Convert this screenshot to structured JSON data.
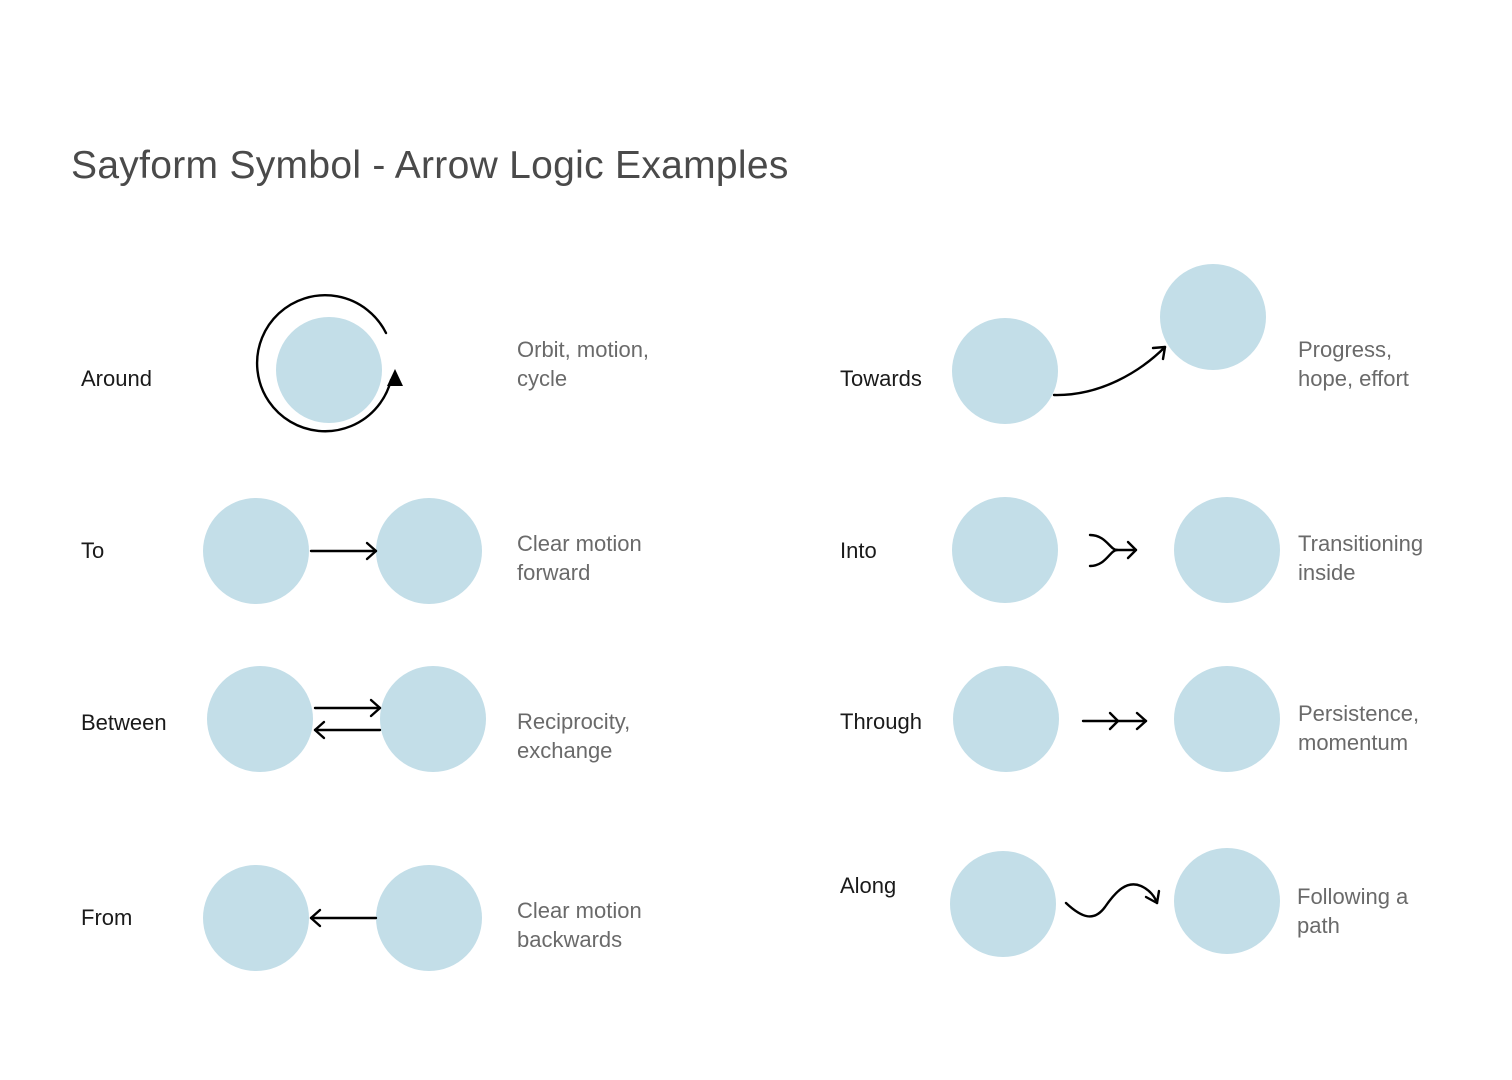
{
  "title": "Sayform Symbol - Arrow Logic Examples",
  "colors": {
    "circle": "#c3dee8",
    "arrow": "#000000",
    "label": "#1a1a1a",
    "description": "#6a6a6a",
    "title": "#4a4a4a"
  },
  "examples": [
    {
      "label": "Around",
      "description": [
        "Orbit, motion,",
        "cycle"
      ],
      "symbol": "circular-arrow-icon"
    },
    {
      "label": "To",
      "description": [
        "Clear motion",
        "forward"
      ],
      "symbol": "right-arrow-icon"
    },
    {
      "label": "Between",
      "description": [
        "Reciprocity,",
        "exchange"
      ],
      "symbol": "double-arrow-icon"
    },
    {
      "label": "From",
      "description": [
        "Clear motion",
        "backwards"
      ],
      "symbol": "left-arrow-icon"
    },
    {
      "label": "Towards",
      "description": [
        "Progress,",
        "hope, effort"
      ],
      "symbol": "curved-up-arrow-icon"
    },
    {
      "label": "Into",
      "description": [
        "Transitioning",
        "inside"
      ],
      "symbol": "merge-arrow-icon"
    },
    {
      "label": "Through",
      "description": [
        "Persistence,",
        "momentum"
      ],
      "symbol": "feathered-arrow-icon"
    },
    {
      "label": "Along",
      "description": [
        "Following a",
        "path"
      ],
      "symbol": "wavy-arrow-icon"
    }
  ]
}
